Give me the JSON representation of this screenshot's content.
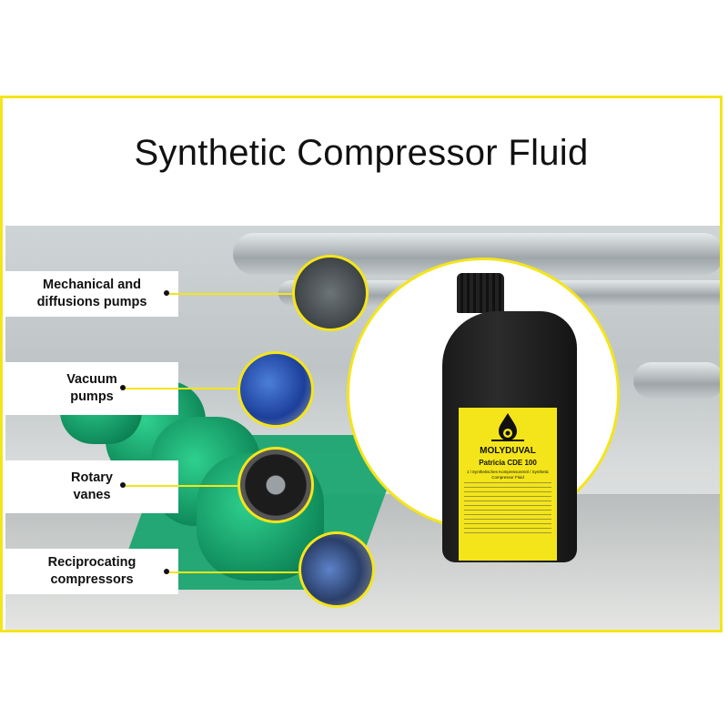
{
  "title": "Synthetic Compressor Fluid",
  "labels": [
    {
      "line1": "Mechanical and",
      "line2": "diffusions pumps"
    },
    {
      "line1": "Vacuum",
      "line2": "pumps"
    },
    {
      "line1": "Rotary",
      "line2": "vanes"
    },
    {
      "line1": "Reciprocating",
      "line2": "compressors"
    }
  ],
  "bottle": {
    "brand": "MOLYDUVAL",
    "product": "Patricia CDE 100",
    "subtitle": "1 l Synthetisches Kompressorenöl / Synthetic Compressor Fluid"
  },
  "colors": {
    "accent": "#f4e51a",
    "motor_green": "#12a36b"
  }
}
